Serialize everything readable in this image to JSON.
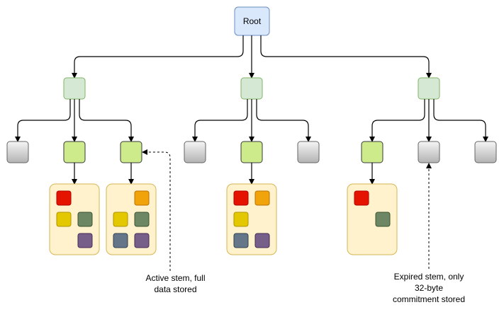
{
  "root": {
    "label": "Root"
  },
  "annotations": {
    "active": {
      "line1": "Active stem, full",
      "line2": "data stored"
    },
    "expired": {
      "line1": "Expired stem, only",
      "line2": "32-byte",
      "line3": "commitment stored"
    }
  },
  "colors": {
    "root_fill": "#dae8fc",
    "root_stroke": "#6c8ebf",
    "inner_fill": "#d5e8d4",
    "inner_stroke": "#82b366",
    "stem_fill": "#cdeb8b",
    "stem_stroke": "#36393d",
    "empty_fill_top": "#f5f5f5",
    "empty_fill_bottom": "#b3b3b3",
    "empty_stroke": "#666666",
    "group_fill": "#fff2cc",
    "group_stroke": "#d6b656",
    "red": "#e51400",
    "orange": "#f0a30a",
    "yellow": "#e3c800",
    "olive": "#6d8764",
    "slate": "#647687",
    "purple": "#76608a"
  }
}
